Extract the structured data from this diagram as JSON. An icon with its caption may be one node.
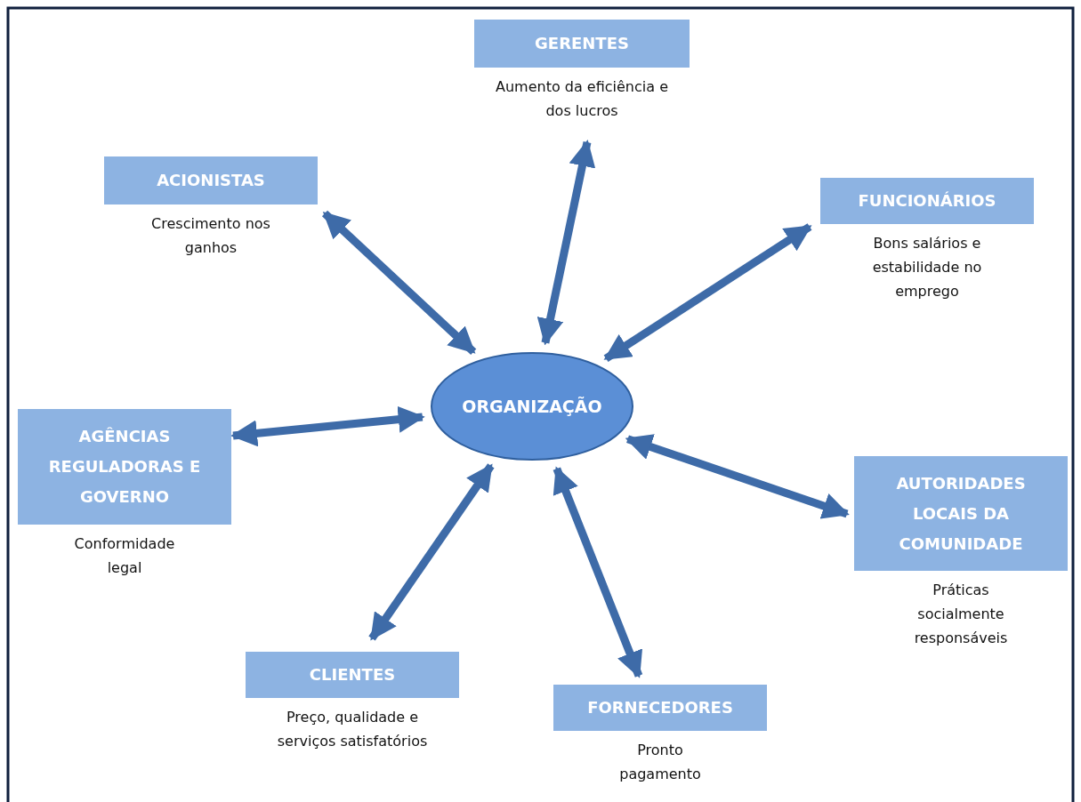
{
  "diagram": {
    "nodes": [
      {
        "text": [
          "ORGANIZAÇÃO"
        ]
      },
      {
        "text": [
          "ACIONISTAS"
        ],
        "beside": [
          "Crescimento nos ganhos"
        ]
      },
      {
        "text": [
          "GERENTES"
        ],
        "beside": [
          "Aumento da eficiência e dos lucros"
        ]
      },
      {
        "text": [
          "FUNCIONÁRIOS"
        ],
        "beside": [
          "Bons salários e estabilidade no emprego"
        ]
      },
      {
        "text": [
          "AGÊNCIAS REGULADORAS E GOVERNO"
        ],
        "beside": [
          "Conformidade legal"
        ]
      },
      {
        "text": [
          "AUTORIDADES LOCAIS DA COMUNIDADE"
        ],
        "beside": [
          "Práticas socialmente responsáveis"
        ]
      },
      {
        "text": [
          "CLIENTES"
        ],
        "beside": [
          "Preço, qualidade e serviços satisfatórios"
        ]
      },
      {
        "text": [
          "FORNECEDORES"
        ],
        "beside": [
          "Pronto pagamento"
        ]
      }
    ],
    "edges": [
      {
        "from": 0,
        "to": 1,
        "arrow": "both"
      },
      {
        "from": 0,
        "to": 2,
        "arrow": "both"
      },
      {
        "from": 0,
        "to": 3,
        "arrow": "both"
      },
      {
        "from": 0,
        "to": 4,
        "arrow": "both"
      },
      {
        "from": 0,
        "to": 5,
        "arrow": "both"
      },
      {
        "from": 0,
        "to": 6,
        "arrow": "both"
      },
      {
        "from": 0,
        "to": 7,
        "arrow": "both"
      }
    ]
  }
}
